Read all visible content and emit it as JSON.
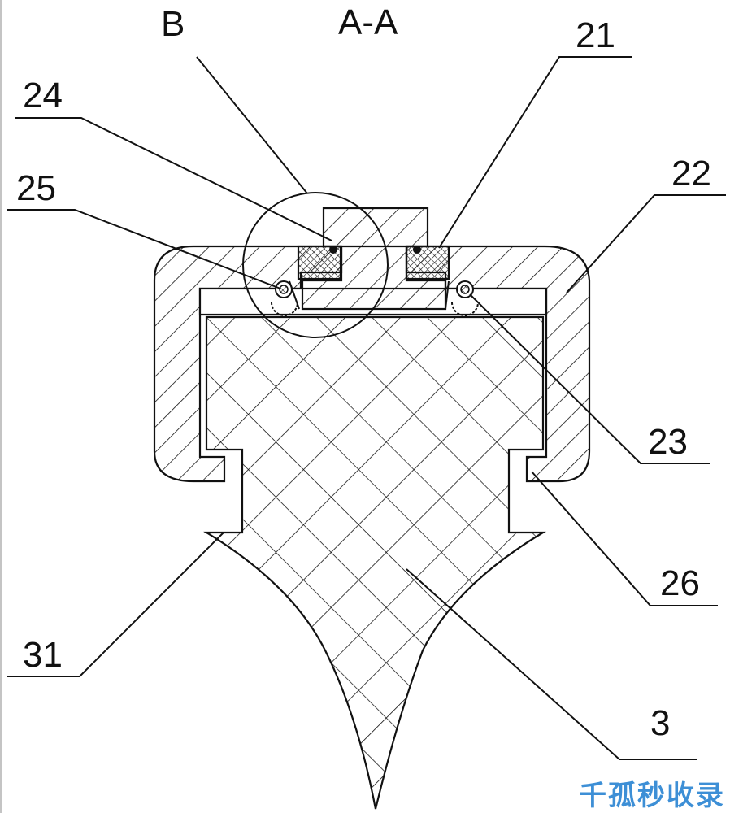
{
  "title": "A-A",
  "detail_label": "B",
  "labels": {
    "l21": "21",
    "l22": "22",
    "l23": "23",
    "l24": "24",
    "l25": "25",
    "l26": "26",
    "l31": "31",
    "l3": "3"
  },
  "watermark": "千孤秒收录",
  "colors": {
    "line": "#111111",
    "watermark": "#3d8fd6"
  }
}
